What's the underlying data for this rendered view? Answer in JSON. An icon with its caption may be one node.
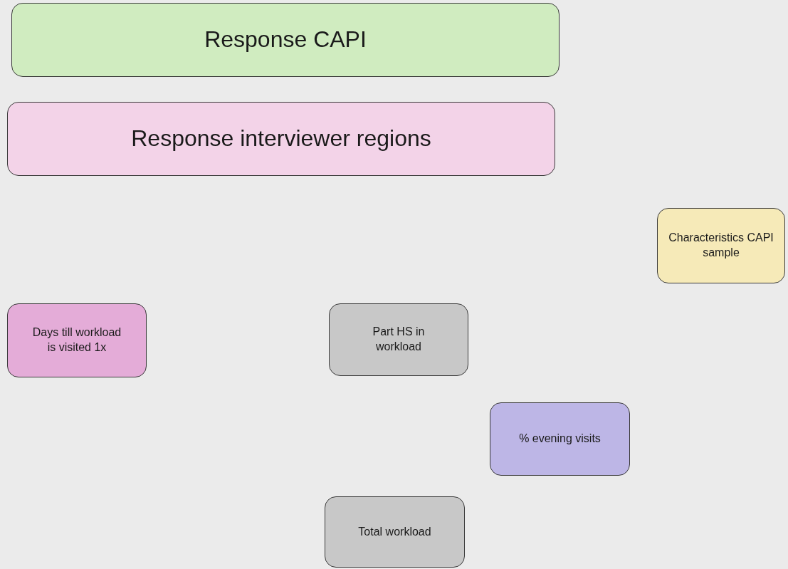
{
  "diagram": {
    "nodes": [
      {
        "text": [
          "Response CAPI"
        ]
      },
      {
        "text": [
          "Response interviewer regions"
        ]
      },
      {
        "text": [
          "Characteristics CAPI sample"
        ]
      },
      {
        "text": [
          "Days till workload is visited 1x"
        ]
      },
      {
        "text": [
          "Part HS in workload"
        ]
      },
      {
        "text": [
          "% evening visits"
        ]
      },
      {
        "text": [
          "Total workload"
        ]
      }
    ]
  }
}
